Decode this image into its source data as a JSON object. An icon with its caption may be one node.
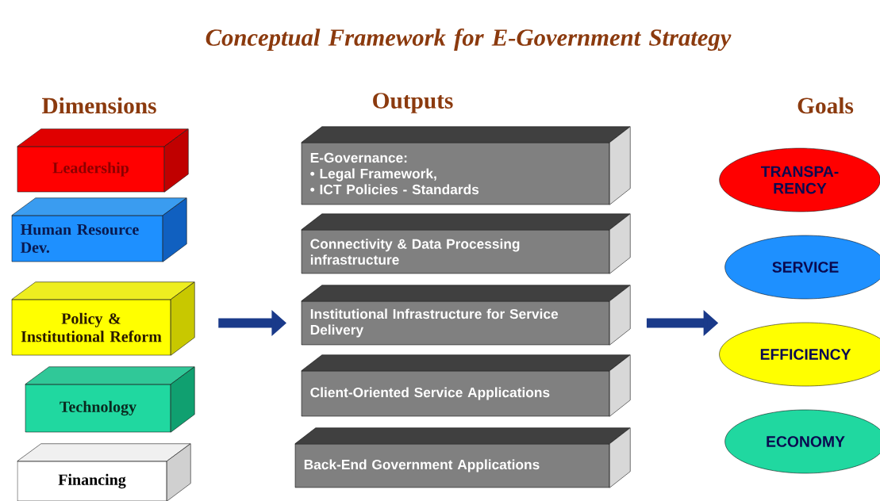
{
  "diagram": {
    "title": "Conceptual Framework for E-Government Strategy",
    "nodes": [
      {
        "text": [
          "Leadership"
        ]
      },
      {
        "text": [
          "Human Resource Dev."
        ]
      },
      {
        "text": [
          "Policy & Institutional Reform"
        ]
      },
      {
        "text": [
          "Technology"
        ]
      },
      {
        "text": [
          "Financing"
        ]
      },
      {
        "text": [
          "E-Governance:",
          "• Legal Framework,",
          "• ICT Policies - Standards"
        ]
      },
      {
        "text": [
          "Connectivity & Data Processing infrastructure"
        ]
      },
      {
        "text": [
          "Institutional Infrastructure for Service Delivery"
        ]
      },
      {
        "text": [
          "Client-Oriented Service Applications"
        ]
      },
      {
        "text": [
          "Back-End Government Applications"
        ]
      },
      {
        "text": [
          "TRANSPA- RENCY"
        ]
      },
      {
        "text": [
          "SERVICE"
        ]
      },
      {
        "text": [
          "EFFICIENCY"
        ]
      },
      {
        "text": [
          "ECONOMY"
        ]
      }
    ],
    "edges": [
      {
        "from": 2,
        "to": 7,
        "arrow": "to"
      },
      {
        "from": 7,
        "to": null,
        "arrow": "to"
      }
    ],
    "labels": [
      "Dimensions",
      "Outputs",
      "Goals"
    ]
  }
}
